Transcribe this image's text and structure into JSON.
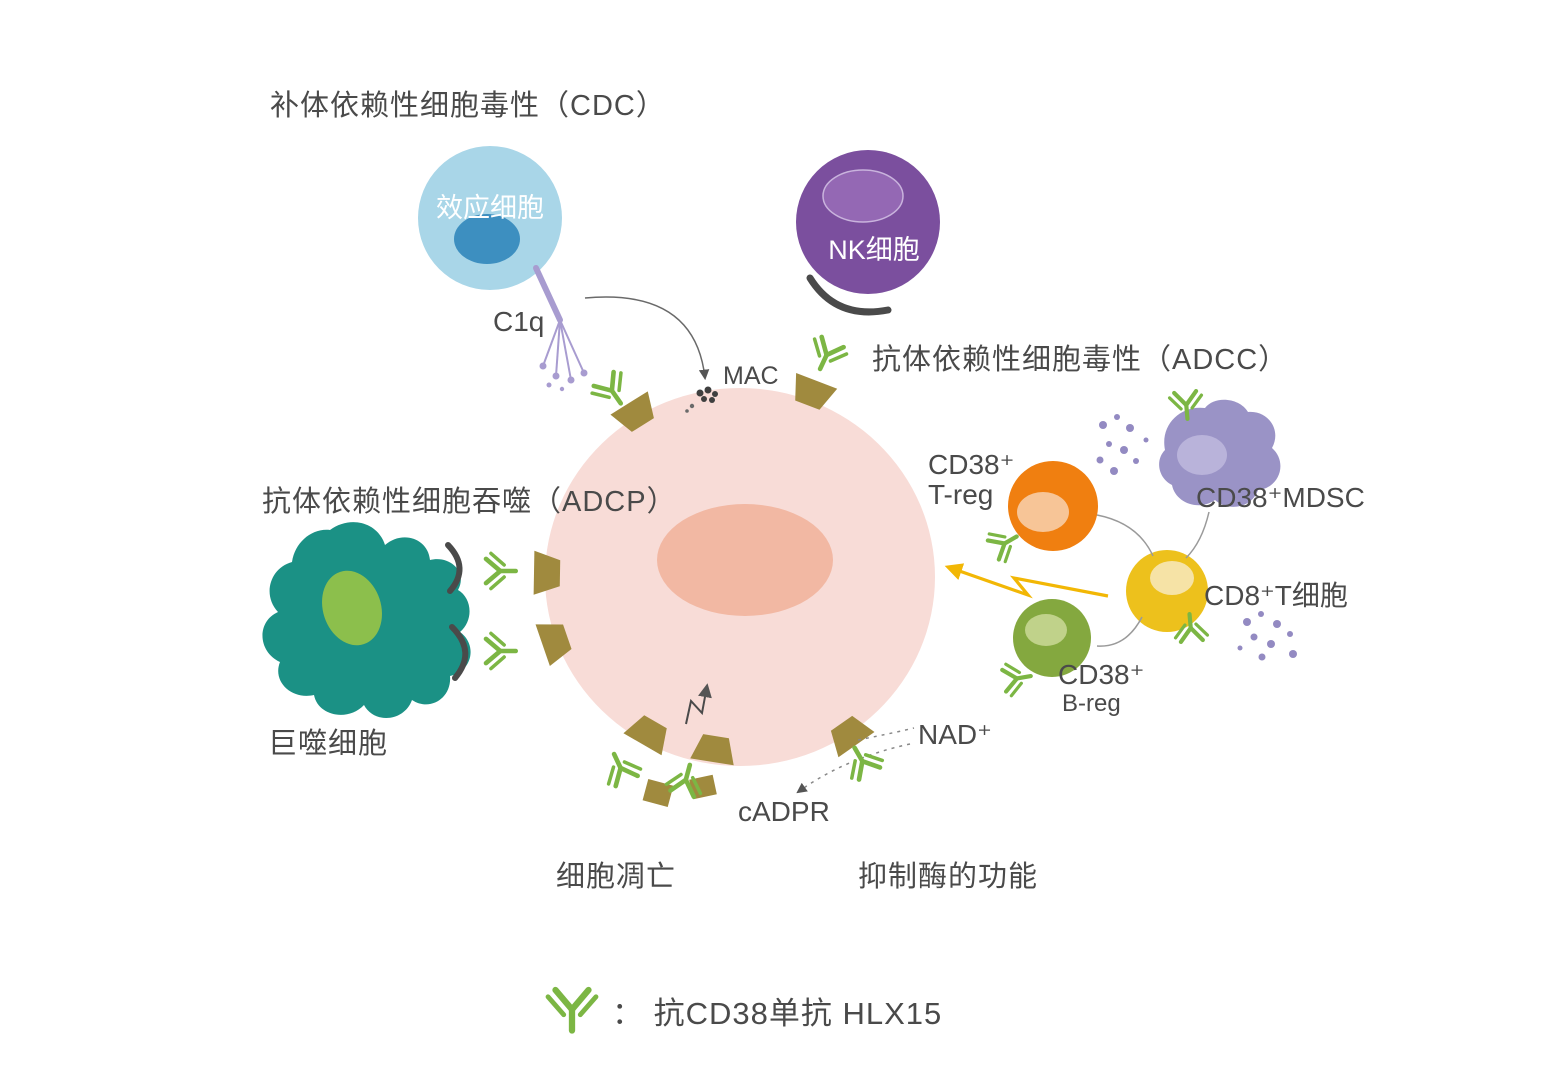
{
  "labels": {
    "cdc": "补体依赖性细胞毒性（CDC）",
    "effector_cell": "效应细胞",
    "c1q": "C1q",
    "nk_cell": "NK细胞",
    "adcc": "抗体依赖性细胞毒性（ADCC）",
    "mac": "MAC",
    "adcp": "抗体依赖性细胞吞噬（ADCP）",
    "macrophage": "巨噬细胞",
    "treg_cd38": "CD38⁺",
    "treg": "T-reg",
    "mdsc": "CD38⁺MDSC",
    "cd8_t": "CD8⁺T细胞",
    "breg_cd38": "CD38⁺",
    "breg": "B-reg",
    "nad": "NAD⁺",
    "cadpr": "cADPR",
    "apoptosis": "细胞凋亡",
    "enzyme_inhibition": "抑制酶的功能"
  },
  "legend": {
    "full": "： 抗CD38单抗 HLX15"
  },
  "colors": {
    "antibody_green": "#7cb644",
    "tumor_cell": "#f8dcd7",
    "tumor_nucleus": "#f2b8a3",
    "receptor_brown": "#a08a3e",
    "effector_cell": "#a9d6e8",
    "effector_nucleus": "#3d8fc0",
    "nk_cell": "#7b4f9e",
    "nk_inner": "#9468b4",
    "macrophage": "#1b9185",
    "macrophage_nucleus": "#8cbf4c",
    "treg": "#f07f10",
    "treg_inner": "#f7c597",
    "mdsc": "#9a93c6",
    "mdsc_inner": "#b9b3da",
    "cd8t": "#edc11c",
    "cd8t_inner": "#f6e3a6",
    "breg": "#84a83f",
    "breg_inner": "#c0d28a",
    "c1q_purple": "#a89cd0",
    "dots_purple": "#938ac2",
    "arrow_yellow": "#f2b705",
    "arc_dark": "#4a4a4a",
    "text": "#4a4a4a"
  }
}
